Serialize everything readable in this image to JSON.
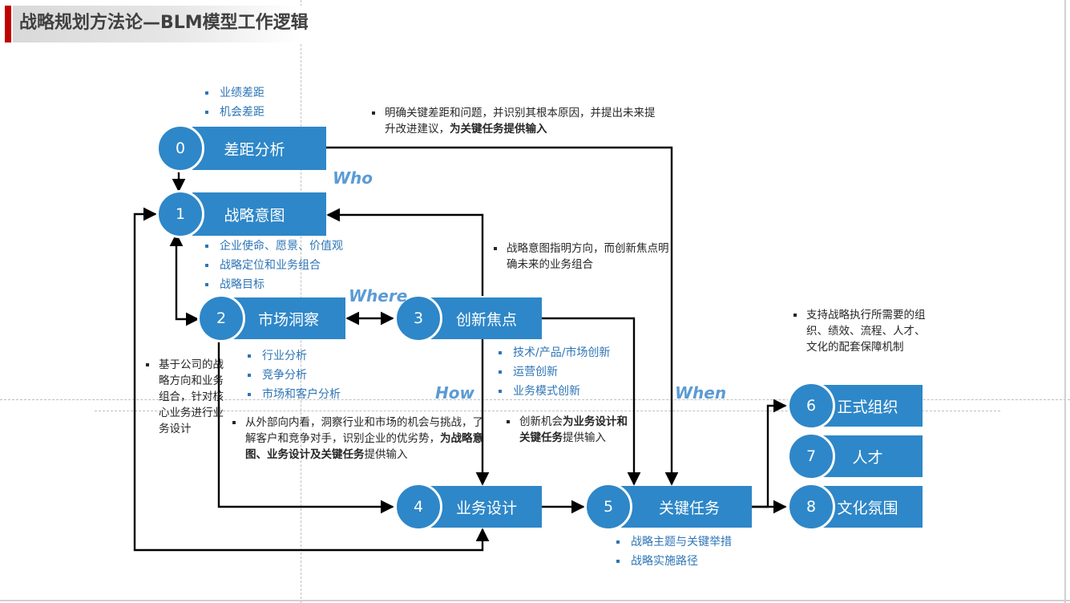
{
  "title": "战略规划方法论—BLM模型工作逻辑",
  "questions": {
    "who": "Who",
    "where": "Where",
    "how": "How",
    "when": "When"
  },
  "nodes": [
    {
      "num": "0",
      "label": "差距分析"
    },
    {
      "num": "1",
      "label": "战略意图"
    },
    {
      "num": "2",
      "label": "市场洞察"
    },
    {
      "num": "3",
      "label": "创新焦点"
    },
    {
      "num": "4",
      "label": "业务设计"
    },
    {
      "num": "5",
      "label": "关键任务"
    },
    {
      "num": "6",
      "label": "正式组织"
    },
    {
      "num": "7",
      "label": "人才"
    },
    {
      "num": "8",
      "label": "文化氛围"
    }
  ],
  "lists": {
    "gap": [
      "业绩差距",
      "机会差距"
    ],
    "intent": [
      "企业使命、愿景、价值观",
      "战略定位和业务组合",
      "战略目标"
    ],
    "insight": [
      "行业分析",
      "竞争分析",
      "市场和客户分析"
    ],
    "innovation": [
      "技术/产品/市场创新",
      "运营创新",
      "业务模式创新"
    ],
    "tasks": [
      "战略主题与关键举措",
      "战略实施路径"
    ]
  },
  "notes": {
    "gap": {
      "plain": "明确关键差距和问题，并识别其根本原因，并提出未来提升改进建议，",
      "bold": "为关键任务提供输入"
    },
    "intent": {
      "plain": "战略意图指明方向，而创新焦点明确未来的业务组合"
    },
    "left": {
      "plain": "基于公司的战略方向和业务组合，针对核心业务进行业务设计"
    },
    "insight": {
      "plain": "从外部向内看，洞察行业和市场的机会与挑战，了解客户和竞争对手，识别企业的优劣势，",
      "bold": "为战略意图、业务设计及关键任务",
      "tail": "提供输入"
    },
    "innovation": {
      "plain": "创新机会",
      "bold": "为业务设计和关键任务",
      "tail": "提供输入"
    },
    "support": {
      "plain": "支持战略执行所需要的组织、绩效、流程、人才、文化的配套保障机制"
    }
  },
  "colors": {
    "accent": "#2e87c8",
    "title_mark": "#c00000",
    "list_text": "#2e75b6",
    "question": "#5b9bd5"
  }
}
